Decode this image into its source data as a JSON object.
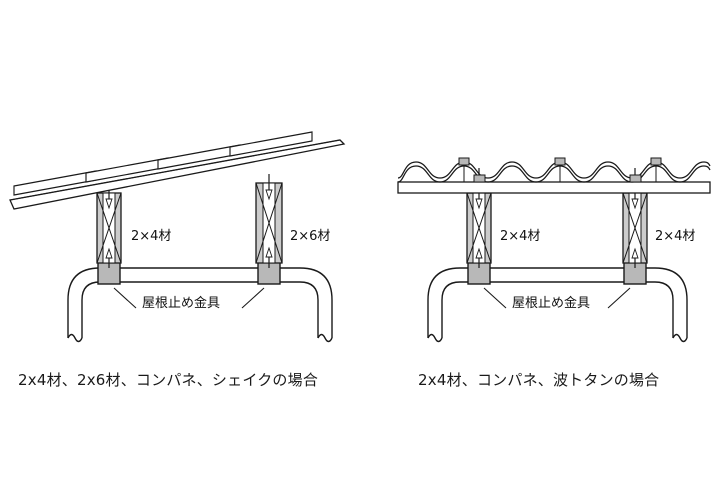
{
  "page": {
    "background_color": "#ffffff",
    "line_color": "#1a1a1a",
    "metal_fill": "#b8b8b8",
    "post_side_fill": "#cccccc",
    "board_fill": "#ffffff"
  },
  "figures": [
    {
      "id": "left",
      "caption": "2x4材、2x6材、コンパネ、シェイクの場合",
      "roof_type": "shake-on-sloped-plywood",
      "posts": [
        {
          "label": "2×4材",
          "name": "post-left"
        },
        {
          "label": "2×6材",
          "name": "post-right"
        }
      ],
      "bracket_label": "屋根止め金具"
    },
    {
      "id": "right",
      "caption": "2x4材、コンパネ、波トタンの場合",
      "roof_type": "corrugated-metal-on-flat-plywood",
      "posts": [
        {
          "label": "2×4材",
          "name": "post-left"
        },
        {
          "label": "2×4材",
          "name": "post-right"
        }
      ],
      "bracket_label": "屋根止め金具"
    }
  ],
  "labels": {
    "left_post_left": "2×4材",
    "left_post_right": "2×6材",
    "left_bracket": "屋根止め金具",
    "right_post_left": "2×4材",
    "right_post_right": "2×4材",
    "right_bracket": "屋根止め金具",
    "caption_left": "2x4材、2x6材、コンパネ、シェイクの場合",
    "caption_right": "2x4材、コンパネ、波トタンの場合"
  }
}
